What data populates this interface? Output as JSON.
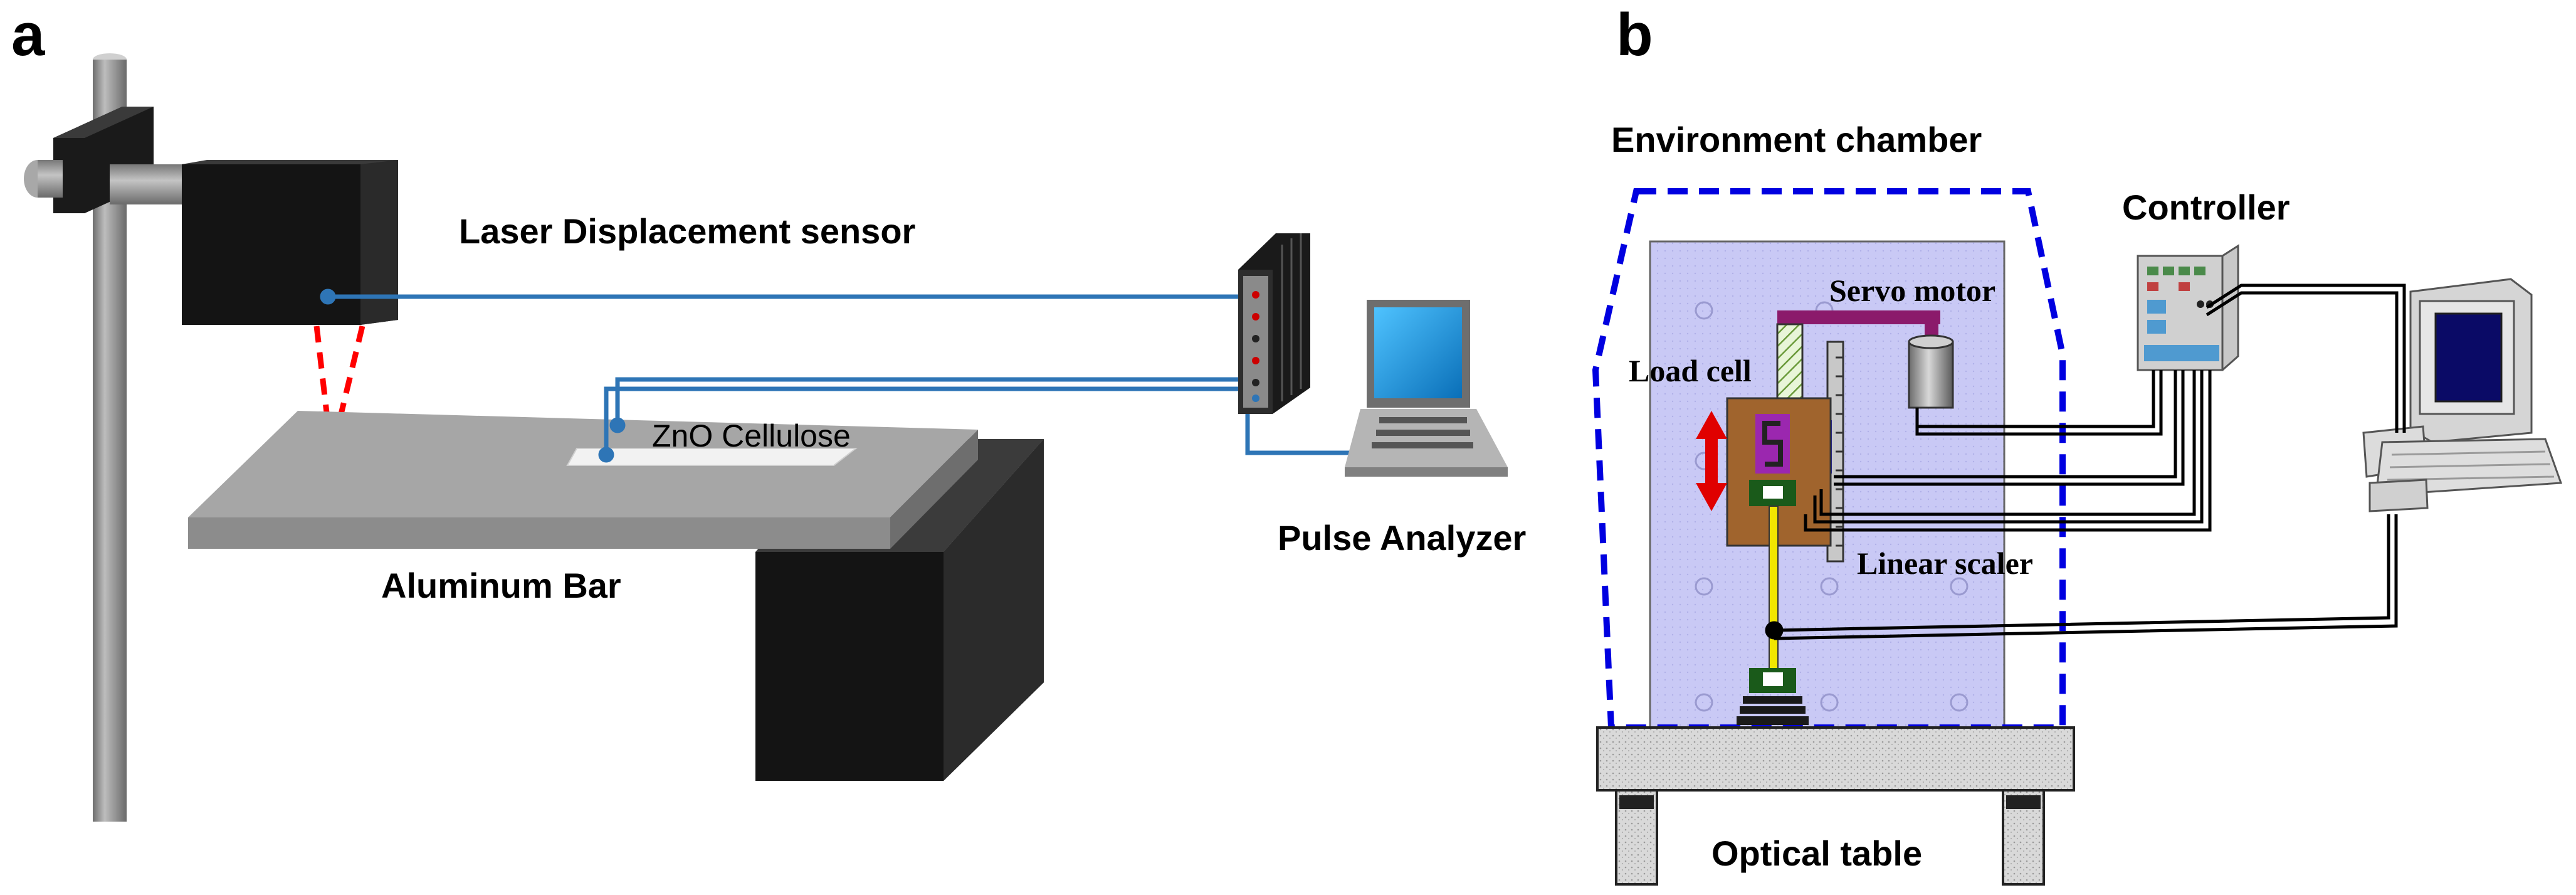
{
  "panels": {
    "a": {
      "letter": "a",
      "labels": {
        "laser": "Laser Displacement sensor",
        "sample": "ZnO Cellulose",
        "bar": "Aluminum Bar",
        "analyzer": "Pulse Analyzer"
      }
    },
    "b": {
      "letter": "b",
      "labels": {
        "chamber": "Environment chamber",
        "controller": "Controller",
        "servo": "Servo motor",
        "loadcell": "Load cell",
        "scaler": "Linear scaler",
        "table": "Optical table"
      }
    }
  },
  "colors": {
    "wire_blue": "#2e75b6",
    "laser_red": "#ff0000",
    "chamber_border": "#0000e0",
    "chamber_fill": "#c9c9f5",
    "stand_gray": "#8c8c8c",
    "bar_gray": "#a6a6a6",
    "block_black": "#1a1a1a",
    "servo_purple": "#8b1a6b",
    "rod_yellow": "#f2e600",
    "holder_brown": "#a0642d",
    "arrow_red": "#e00000"
  }
}
